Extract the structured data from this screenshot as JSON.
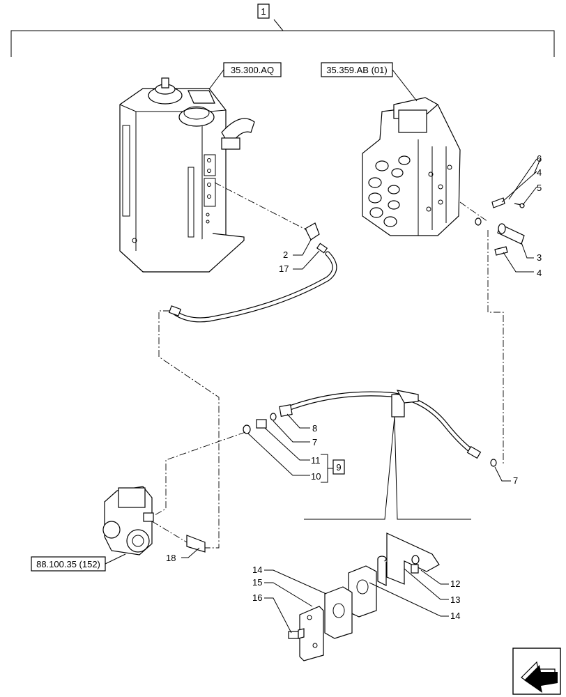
{
  "diagram": {
    "assembly_number": "1",
    "group_number": "9",
    "references": {
      "tank": "35.300.AQ",
      "control_valve": "35.359.AB (01)",
      "pump": "88.100.35 (152)"
    },
    "callouts": {
      "c6": "6",
      "c4a": "4",
      "c5": "5",
      "c3": "3",
      "c4b": "4",
      "c2": "2",
      "c17": "17",
      "c8": "8",
      "c7a": "7",
      "c11": "11",
      "c10": "10",
      "c7b": "7",
      "c18": "18",
      "c14a": "14",
      "c15": "15",
      "c16": "16",
      "c12": "12",
      "c13": "13",
      "c14b": "14"
    },
    "nav_icon": "arrow-next-icon"
  }
}
